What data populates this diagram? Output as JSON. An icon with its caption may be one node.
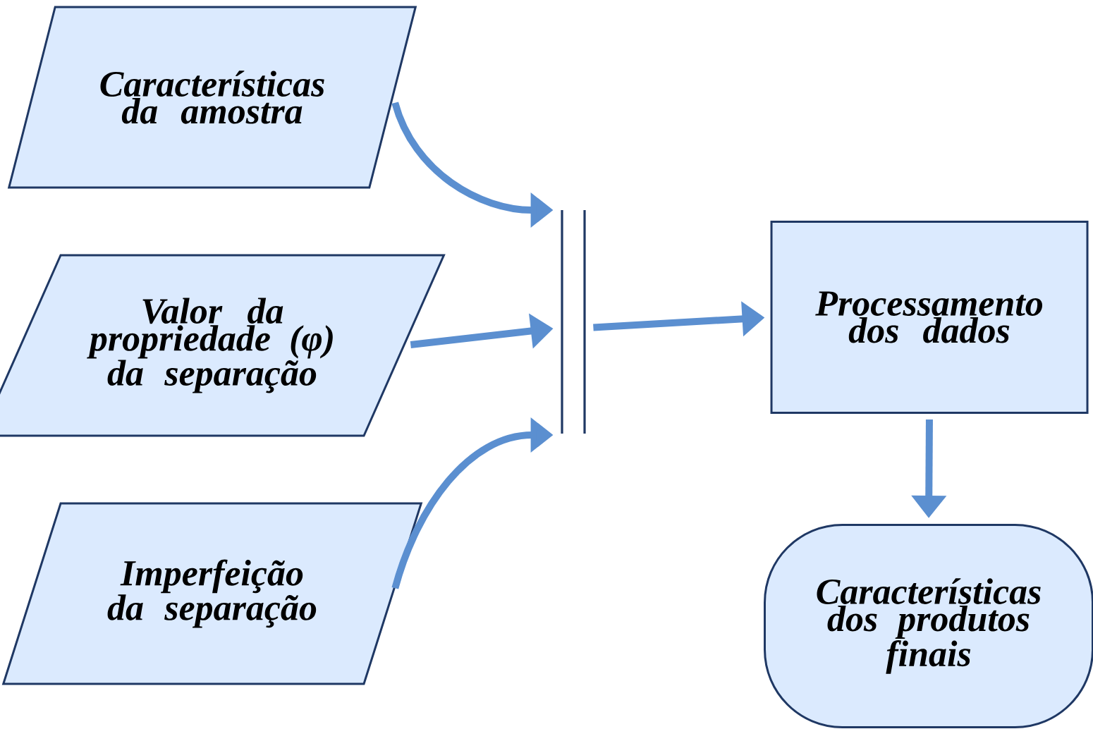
{
  "diagram": {
    "nodes": [
      {
        "text": [
          "Características da amostra"
        ]
      },
      {
        "text": [
          "Valor da propriedade (φ) da separação"
        ]
      },
      {
        "text": [
          "Imperfeição da separação"
        ]
      },
      {
        "text": [],
        "shape": "bar"
      },
      {
        "text": [
          "Processamento dos dados"
        ]
      },
      {
        "text": [
          "Características dos produtos finais"
        ]
      }
    ],
    "edges": [
      {
        "from": 0,
        "to": 3,
        "arrow": "to"
      },
      {
        "from": 1,
        "to": 3,
        "arrow": "to"
      },
      {
        "from": 2,
        "to": 3,
        "arrow": "to"
      },
      {
        "from": 3,
        "to": 4,
        "arrow": "to"
      },
      {
        "from": 4,
        "to": 5,
        "arrow": "to"
      }
    ]
  }
}
